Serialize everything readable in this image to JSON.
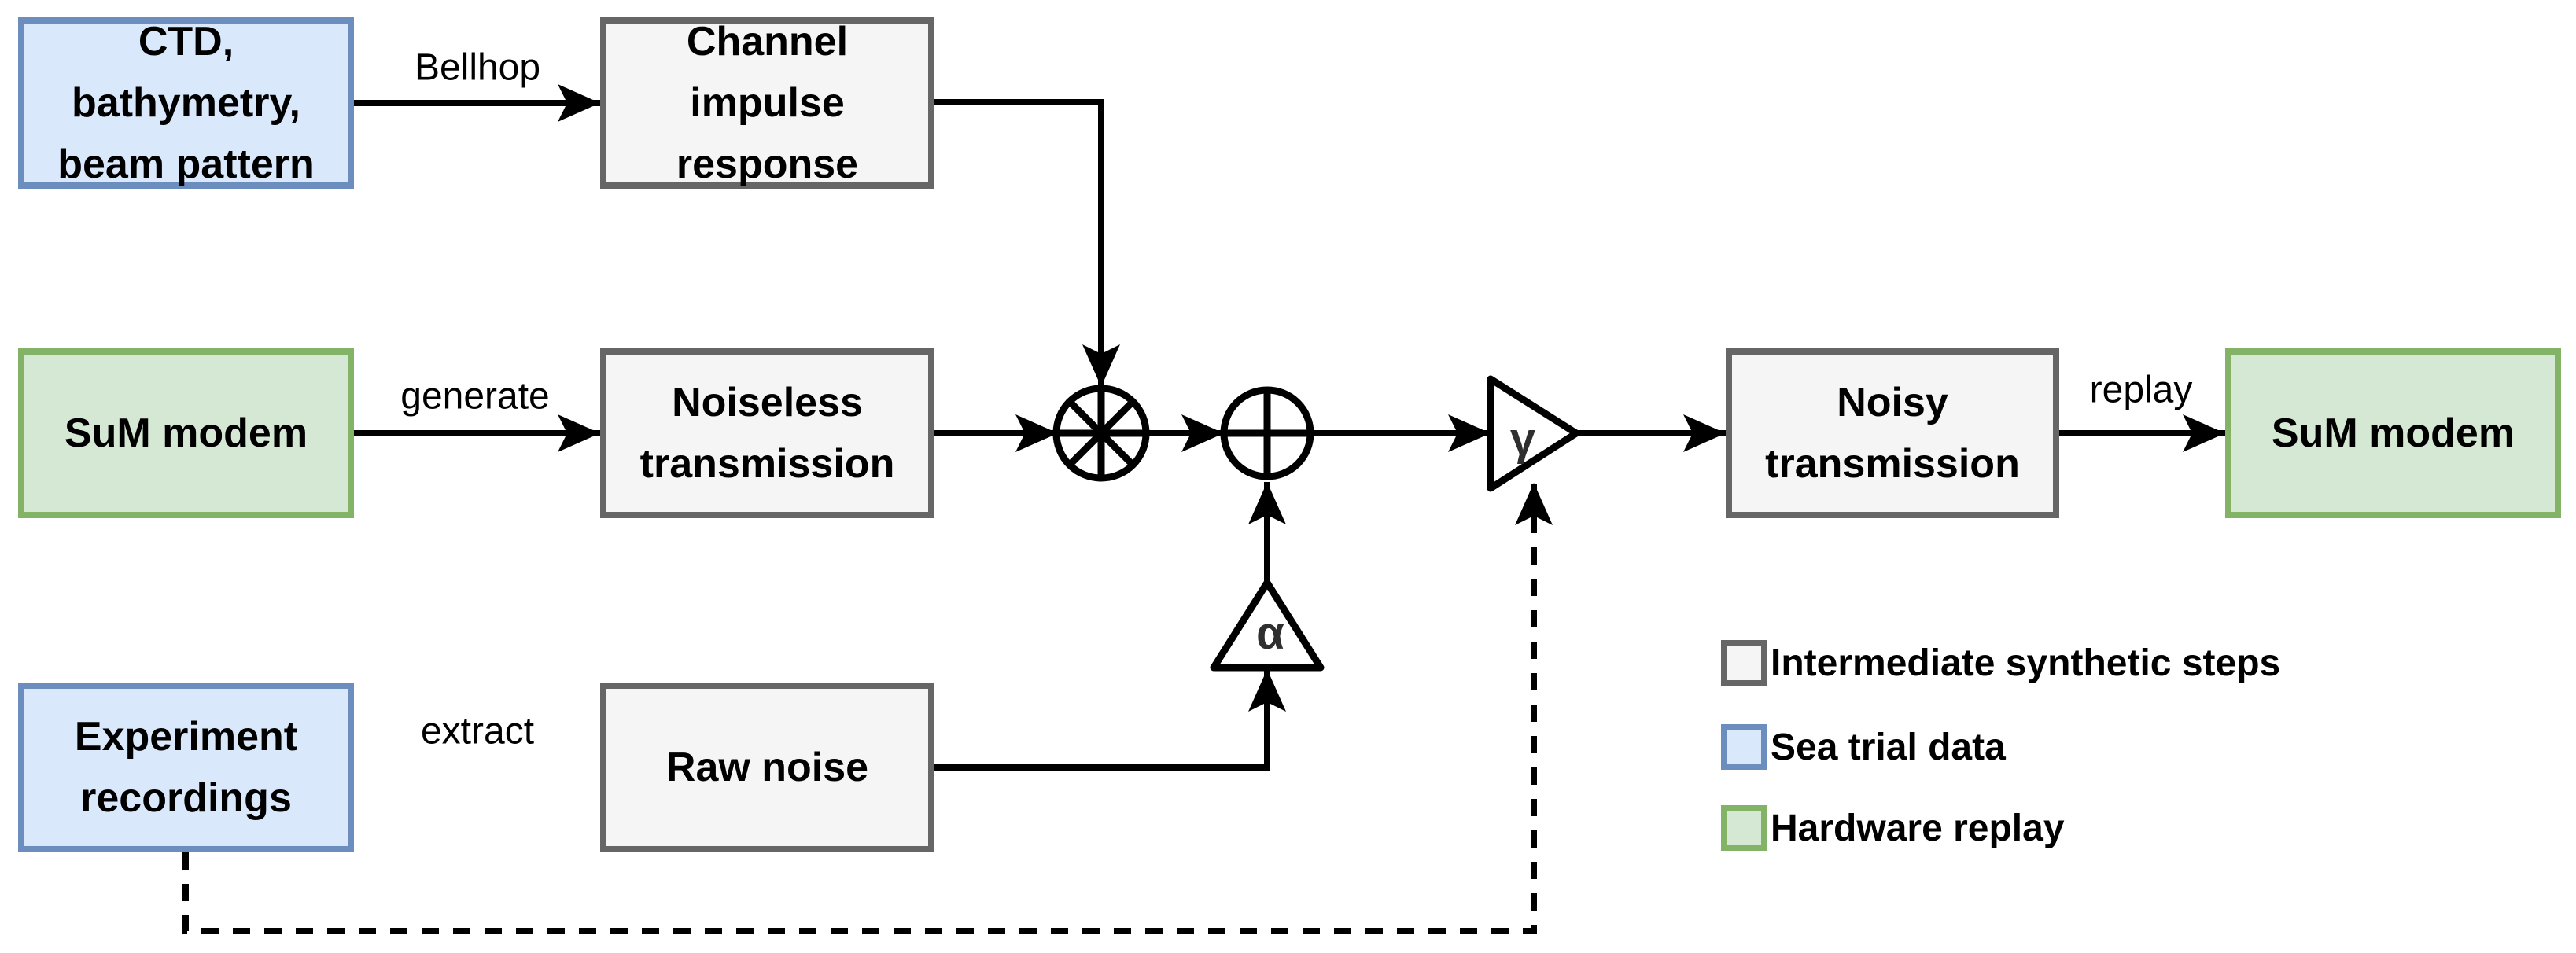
{
  "diagram": {
    "type": "signal-flow-block-diagram",
    "nodes": {
      "ctd": {
        "label": "CTD,\nbathymetry,\nbeam pattern",
        "category": "sea-trial-data"
      },
      "channel_impulse_response": {
        "label": "Channel\nimpulse\nresponse",
        "category": "intermediate-synthetic-step"
      },
      "sum_modem_source": {
        "label": "SuM modem",
        "category": "hardware-replay"
      },
      "noiseless_transmission": {
        "label": "Noiseless\ntransmission",
        "category": "intermediate-synthetic-step"
      },
      "experiment_recordings": {
        "label": "Experiment\nrecordings",
        "category": "sea-trial-data"
      },
      "raw_noise": {
        "label": "Raw noise",
        "category": "intermediate-synthetic-step"
      },
      "noisy_transmission": {
        "label": "Noisy\ntransmission",
        "category": "intermediate-synthetic-step"
      },
      "sum_modem_sink": {
        "label": "SuM modem",
        "category": "hardware-replay"
      }
    },
    "edge_labels": {
      "bellhop": "Bellhop",
      "generate": "generate",
      "extract": "extract",
      "replay": "replay"
    },
    "operators": {
      "convolution": "circled-asterisk",
      "sum": "circled-plus",
      "scale_symbol": "α",
      "gain_symbol": "γ"
    },
    "legend": {
      "items": [
        {
          "label": "Intermediate synthetic steps",
          "fill": "#f5f5f5",
          "border": "#666666"
        },
        {
          "label": "Sea trial data",
          "fill": "#dae8fc",
          "border": "#6c8ebf"
        },
        {
          "label": "Hardware replay",
          "fill": "#d5e8d4",
          "border": "#82b366"
        }
      ]
    },
    "colors": {
      "line": "#000000",
      "background": "#ffffff",
      "intermediate_fill": "#f5f5f5",
      "intermediate_border": "#666666",
      "sea_trial_fill": "#dae8fc",
      "sea_trial_border": "#6c8ebf",
      "hardware_fill": "#d5e8d4",
      "hardware_border": "#82b366"
    }
  }
}
